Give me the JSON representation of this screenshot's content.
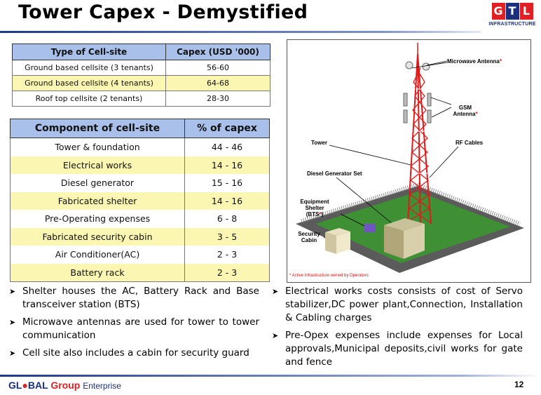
{
  "title": "Tower Capex - Demystified",
  "logo": {
    "letters": [
      "G",
      "T",
      "L"
    ],
    "subtitle": "INFRASTRUCTURE"
  },
  "table1": {
    "headers": [
      "Type of Cell-site",
      "Capex (USD '000)"
    ],
    "rows": [
      [
        "Ground based cellsite (3 tenants)",
        "56-60"
      ],
      [
        "Ground based cellsite (4 tenants)",
        "64-68"
      ],
      [
        "Roof top cellsite (2 tenants)",
        "28-30"
      ]
    ]
  },
  "table2": {
    "headers": [
      "Component of cell-site",
      "% of capex"
    ],
    "rows": [
      [
        "Tower & foundation",
        "44 - 46"
      ],
      [
        "Electrical works",
        "14 - 16"
      ],
      [
        "Diesel generator",
        "15 - 16"
      ],
      [
        "Fabricated shelter",
        "14 - 16"
      ],
      [
        "Pre-Operating expenses",
        "6 - 8"
      ],
      [
        "Fabricated security cabin",
        "3 - 5"
      ],
      [
        "Air Conditioner(AC)",
        "2 - 3"
      ],
      [
        "Battery rack",
        "2 - 3"
      ]
    ]
  },
  "figure": {
    "labels": {
      "microwave": "Microwave Antenna",
      "gsm": "GSM Antenna",
      "tower": "Tower",
      "rf": "RF Cables",
      "dg": "Diesel Generator Set",
      "shelter": "Equipment Shelter",
      "bts": "(BTS",
      "cabin": "Security Cabin"
    },
    "note": "* Active Infrastructure owned by Operators"
  },
  "bullets_left": [
    "Shelter houses the AC, Battery Rack and Base transceiver station (BTS)",
    "Microwave antennas are used for tower to tower communication",
    "Cell site also includes a cabin for security guard"
  ],
  "bullets_right": [
    "Electrical works costs consists of cost of  Servo stabilizer,DC power plant,Connection, Installation & Cabling charges",
    "Pre-Opex expenses include expenses for Local approvals,Municipal deposits,civil works for gate and fence"
  ],
  "footer": {
    "brand_a": "GL",
    "brand_b": "BAL",
    "brand_c": "Group",
    "brand_d": "Enterprise",
    "page": "12"
  },
  "colors": {
    "header_blue": "#a9c1ea",
    "row_yellow": "#fbf6b2",
    "brand_blue": "#1a2f7e",
    "brand_red": "#e02022",
    "tower_red": "#e01a1a"
  }
}
